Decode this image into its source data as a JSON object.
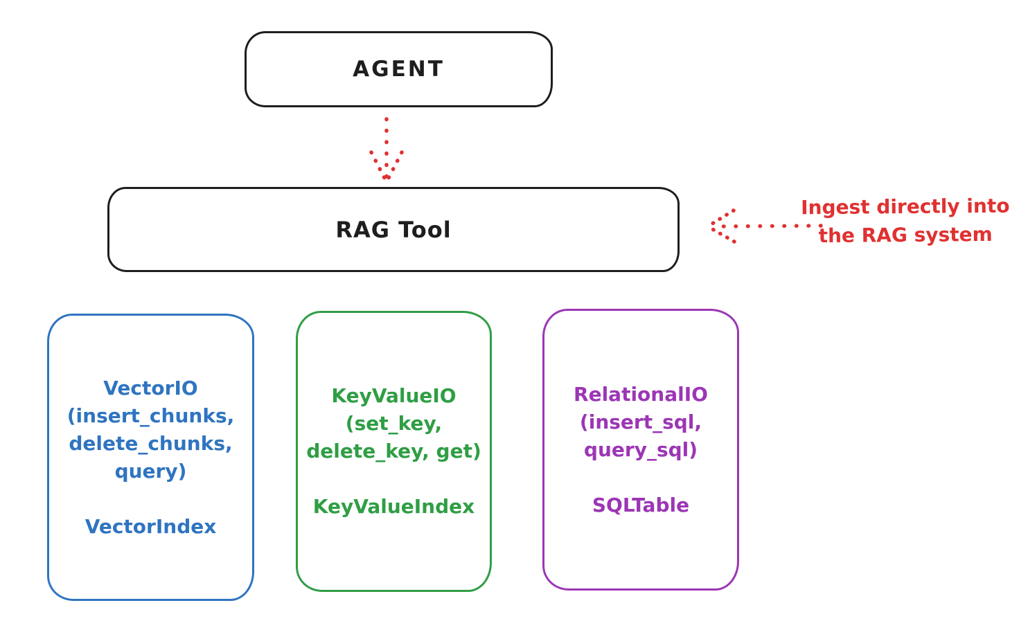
{
  "agent_box": {
    "label": "AGENT"
  },
  "rag_tool_box": {
    "label": "RAG Tool"
  },
  "annotation": {
    "line1": "Ingest directly into",
    "line2": "the RAG system",
    "color": "#e03131"
  },
  "io_boxes": {
    "vector": {
      "line1": "VectorIO",
      "line2": "(insert_chunks,",
      "line3": "delete_chunks,",
      "line4": "query)",
      "index": "VectorIndex",
      "color": "#2f74c0"
    },
    "keyvalue": {
      "line1": "KeyValueIO",
      "line2": "(set_key,",
      "line3": "delete_key, get)",
      "index": "KeyValueIndex",
      "color": "#2f9e44"
    },
    "relational": {
      "line1": "RelationalIO",
      "line2": "(insert_sql,",
      "line3": "query_sql)",
      "index": "SQLTable",
      "color": "#9c36b5"
    }
  },
  "colors": {
    "outline": "#1e1e1e",
    "arrow_red": "#e03131"
  }
}
